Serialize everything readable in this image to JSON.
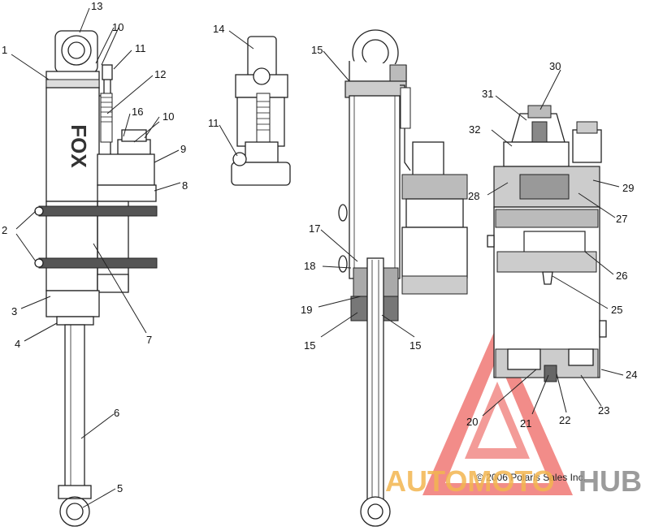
{
  "callouts": {
    "c1": "1",
    "c2": "2",
    "c3": "3",
    "c4": "4",
    "c5": "5",
    "c6": "6",
    "c7": "7",
    "c8": "8",
    "c9": "9",
    "c10a": "10",
    "c10b": "10",
    "c11a": "11",
    "c11b": "11",
    "c12": "12",
    "c13": "13",
    "c14": "14",
    "c15a": "15",
    "c15b": "15",
    "c15c": "15",
    "c16": "16",
    "c17": "17",
    "c18": "18",
    "c19": "19",
    "c20": "20",
    "c21": "21",
    "c22": "22",
    "c23": "23",
    "c24": "24",
    "c25": "25",
    "c26": "26",
    "c27": "27",
    "c28": "28",
    "c29": "29",
    "c30": "30",
    "c31": "31",
    "c32": "32"
  },
  "body_text": "FOX",
  "copyright": "© 2006 Polaris Sales Inc.",
  "watermark": {
    "word_a": "AUTOMOTO",
    "word_b": "HUB",
    "color_triangle": "#e8403a",
    "color_a": "#f3b650",
    "color_b": "#8a8a8a"
  }
}
